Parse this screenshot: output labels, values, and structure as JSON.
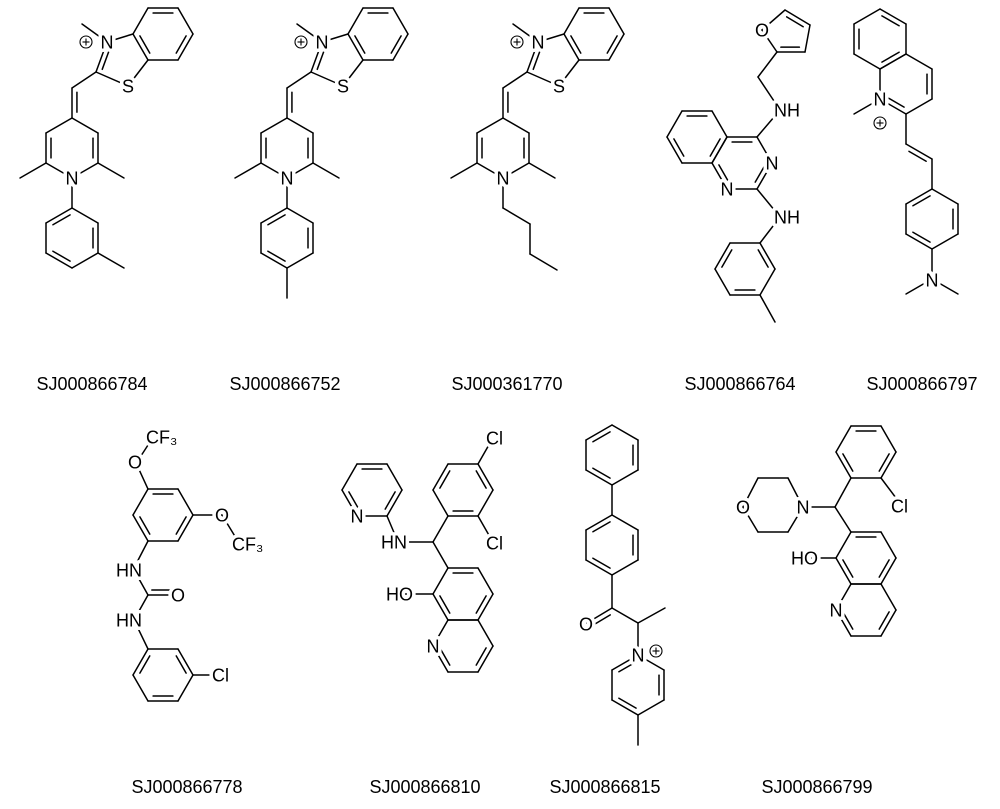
{
  "molecules": [
    {
      "id": "SJ000866784",
      "atoms": [
        "N",
        "S",
        "N"
      ]
    },
    {
      "id": "SJ000866752",
      "atoms": [
        "N",
        "S",
        "N"
      ]
    },
    {
      "id": "SJ000361770",
      "atoms": [
        "N",
        "S",
        "N"
      ]
    },
    {
      "id": "SJ000866764",
      "atoms": [
        "O",
        "NH",
        "N",
        "N",
        "NH"
      ]
    },
    {
      "id": "SJ000866797",
      "atoms": [
        "N",
        "N"
      ]
    },
    {
      "id": "SJ000866778",
      "atoms": [
        "O",
        "CF₃",
        "O",
        "CF₃",
        "HN",
        "O",
        "HN",
        "Cl"
      ]
    },
    {
      "id": "SJ000866810",
      "atoms": [
        "N",
        "HN",
        "Cl",
        "Cl",
        "HO",
        "N"
      ]
    },
    {
      "id": "SJ000866815",
      "atoms": [
        "O",
        "N"
      ]
    },
    {
      "id": "SJ000866799",
      "atoms": [
        "O",
        "N",
        "Cl",
        "HO",
        "N"
      ]
    }
  ]
}
